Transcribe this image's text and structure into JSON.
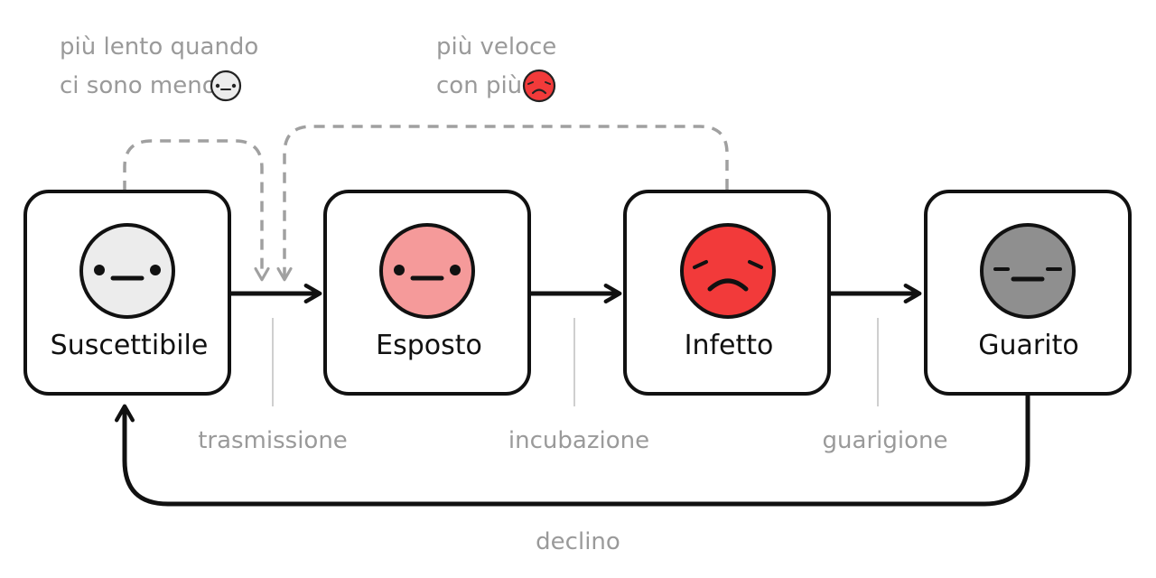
{
  "states": [
    {
      "label": "Suscettibile",
      "face": "neutral-face-icon",
      "color": "#ececec"
    },
    {
      "label": "Esposto",
      "face": "neutral-face-icon",
      "color": "#f59a9a"
    },
    {
      "label": "Infetto",
      "face": "sick-face-icon",
      "color": "#f23a3a"
    },
    {
      "label": "Guarito",
      "face": "sleepy-face-icon",
      "color": "#8f8f8f"
    }
  ],
  "transitions": [
    "trasmissione",
    "incubazione",
    "guarigione"
  ],
  "return_label": "declino",
  "notes": {
    "slower": [
      "più lento quando",
      "ci sono meno"
    ],
    "faster": [
      "più veloce",
      "con più"
    ]
  }
}
